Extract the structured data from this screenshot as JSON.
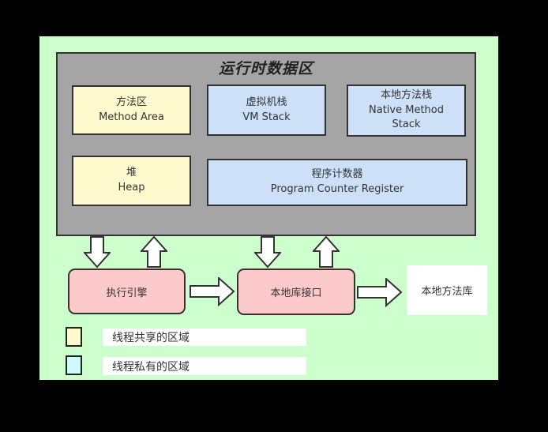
{
  "diagram": {
    "title": "运行时数据区",
    "runtime_boxes": [
      {
        "id": "method-area",
        "zh": "方法区",
        "en": "Method Area",
        "category": "thread-shared"
      },
      {
        "id": "vm-stack",
        "zh": "虚拟机栈",
        "en": "VM Stack",
        "category": "thread-private"
      },
      {
        "id": "native-method-stack",
        "zh": "本地方法栈",
        "en": "Native Method Stack",
        "category": "thread-private"
      },
      {
        "id": "heap",
        "zh": "堆",
        "en": "Heap",
        "category": "thread-shared"
      },
      {
        "id": "pc-register",
        "zh": "程序计数器",
        "en": "Program Counter Register",
        "category": "thread-private"
      }
    ],
    "flow_boxes": [
      {
        "id": "execution-engine",
        "label": "执行引擎"
      },
      {
        "id": "native-interface",
        "label": "本地库接口"
      },
      {
        "id": "native-library",
        "label": "本地方法库"
      }
    ],
    "legend": [
      {
        "label": "线程共享的区域",
        "swatch_color": "#FEFACD"
      },
      {
        "label": "线程私有的区域",
        "swatch_color": "#CCFAFF"
      }
    ],
    "colors": {
      "background": "#000000",
      "panel": "#CCFFCC",
      "container": "#A5A5A5",
      "thread_shared": "#FEFACD",
      "thread_private": "#CCE0F8",
      "engine_pink": "#FCCACA",
      "legend_private_cyan": "#CCFAFF",
      "border": "#333333",
      "arrow_fill": "#FFFFFF"
    }
  }
}
